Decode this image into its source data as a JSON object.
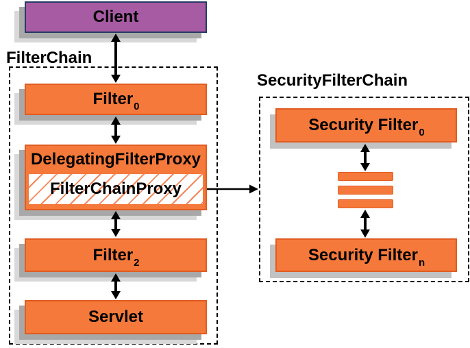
{
  "diagram": {
    "client": {
      "label": "Client"
    },
    "filter_chain": {
      "title": "FilterChain",
      "filter0": {
        "label": "Filter",
        "sub": "0"
      },
      "delegating_filter_proxy": {
        "label": "DelegatingFilterProxy"
      },
      "filter_chain_proxy": {
        "label": "FilterChainProxy"
      },
      "filter2": {
        "label": "Filter",
        "sub": "2"
      },
      "servlet": {
        "label": "Servlet"
      }
    },
    "security_filter_chain": {
      "title": "SecurityFilterChain",
      "filter0": {
        "label": "Security Filter",
        "sub": "0"
      },
      "filtern": {
        "label": "Security Filter",
        "sub": "n"
      },
      "ellipsis_bar_count": 3
    },
    "colors": {
      "box_orange": "#f5793b",
      "box_orange_border": "#e05c20",
      "client_purple": "#a75ba3",
      "client_border": "#263a63",
      "shadow_dark": "#a8a8a8",
      "shadow_light": "#d8d8d8",
      "shadow_single": "#c2c2c2",
      "hatch_orange": "#f4875a",
      "arrow_black": "#000000",
      "dash_black": "#000000",
      "text_black": "#000000"
    }
  }
}
